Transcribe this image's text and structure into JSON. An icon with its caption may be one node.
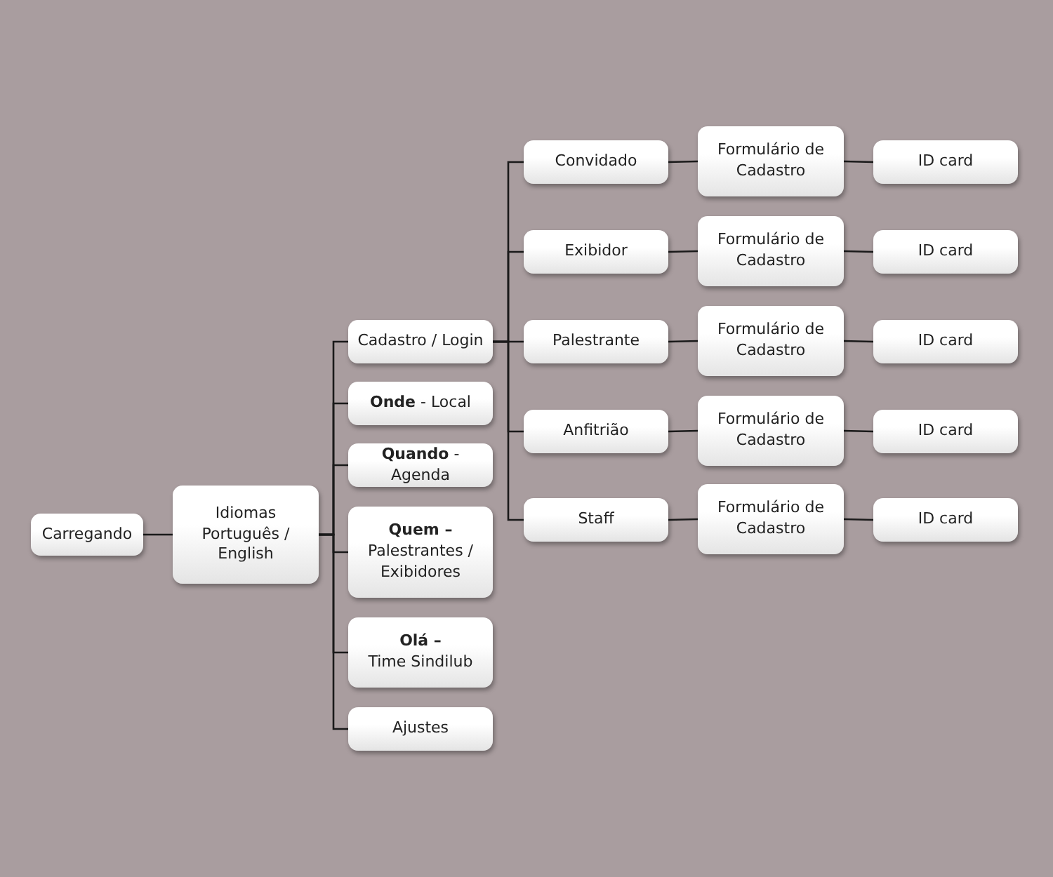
{
  "diagram": {
    "nodes": [
      {
        "text": [
          "Carregando"
        ]
      },
      {
        "text": [
          "Idiomas Português / English"
        ]
      },
      {
        "text": [
          "Cadastro / Login"
        ]
      },
      {
        "text": [
          "**Onde** - Local"
        ]
      },
      {
        "text": [
          "**Quando** - Agenda"
        ]
      },
      {
        "text": [
          "Quem –",
          "Palestrantes / Exibidores"
        ]
      },
      {
        "text": [
          "Olá –",
          "Time Sindilub"
        ]
      },
      {
        "text": [
          "Ajustes"
        ]
      },
      {
        "text": [
          "Convidado"
        ]
      },
      {
        "text": [
          "Formulário de Cadastro"
        ]
      },
      {
        "text": [
          "ID card"
        ]
      },
      {
        "text": [
          "Exibidor"
        ]
      },
      {
        "text": [
          "Formulário de Cadastro"
        ]
      },
      {
        "text": [
          "ID card"
        ]
      },
      {
        "text": [
          "Palestrante"
        ]
      },
      {
        "text": [
          "Formulário de Cadastro"
        ]
      },
      {
        "text": [
          "ID card"
        ]
      },
      {
        "text": [
          "Anfitrião"
        ]
      },
      {
        "text": [
          "Formulário de Cadastro"
        ]
      },
      {
        "text": [
          "ID card"
        ]
      },
      {
        "text": [
          "Staff"
        ]
      },
      {
        "text": [
          "Formulário de Cadastro"
        ]
      },
      {
        "text": [
          "ID card"
        ]
      }
    ],
    "edges": [
      {
        "from": 0,
        "to": 1,
        "arrow": "none"
      },
      {
        "from": 1,
        "to": 2,
        "arrow": "none"
      },
      {
        "from": 1,
        "to": 3,
        "arrow": "none"
      },
      {
        "from": 1,
        "to": 4,
        "arrow": "none"
      },
      {
        "from": 1,
        "to": 5,
        "arrow": "none"
      },
      {
        "from": 1,
        "to": 6,
        "arrow": "none"
      },
      {
        "from": 1,
        "to": 7,
        "arrow": "none"
      },
      {
        "from": 2,
        "to": 8,
        "arrow": "none"
      },
      {
        "from": 2,
        "to": 11,
        "arrow": "none"
      },
      {
        "from": 2,
        "to": 14,
        "arrow": "none"
      },
      {
        "from": 2,
        "to": 17,
        "arrow": "none"
      },
      {
        "from": 2,
        "to": 20,
        "arrow": "none"
      },
      {
        "from": 8,
        "to": 9,
        "arrow": "none"
      },
      {
        "from": 9,
        "to": 10,
        "arrow": "none"
      },
      {
        "from": 11,
        "to": 12,
        "arrow": "none"
      },
      {
        "from": 12,
        "to": 13,
        "arrow": "none"
      },
      {
        "from": 14,
        "to": 15,
        "arrow": "none"
      },
      {
        "from": 15,
        "to": 16,
        "arrow": "none"
      },
      {
        "from": 17,
        "to": 18,
        "arrow": "none"
      },
      {
        "from": 18,
        "to": 19,
        "arrow": "none"
      },
      {
        "from": 20,
        "to": 21,
        "arrow": "none"
      },
      {
        "from": 21,
        "to": 22,
        "arrow": "none"
      }
    ]
  }
}
